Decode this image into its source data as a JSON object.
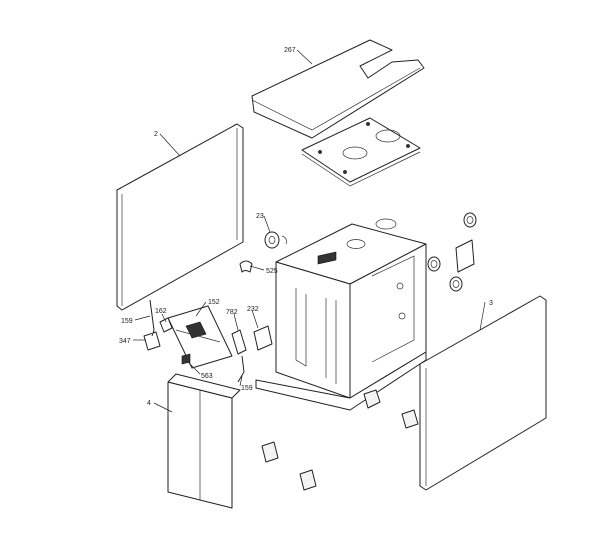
{
  "callouts": {
    "top_cover": "267",
    "side_panel_left": "2",
    "side_panel_right": "3",
    "front_door": "4",
    "fitting_23": "23",
    "bracket_525": "525",
    "control_panel": "152",
    "part_782": "782",
    "part_232": "232",
    "part_162": "162",
    "hinge_159_top": "159",
    "hinge_159_bottom": "159",
    "display_347": "347",
    "part_563": "563"
  }
}
